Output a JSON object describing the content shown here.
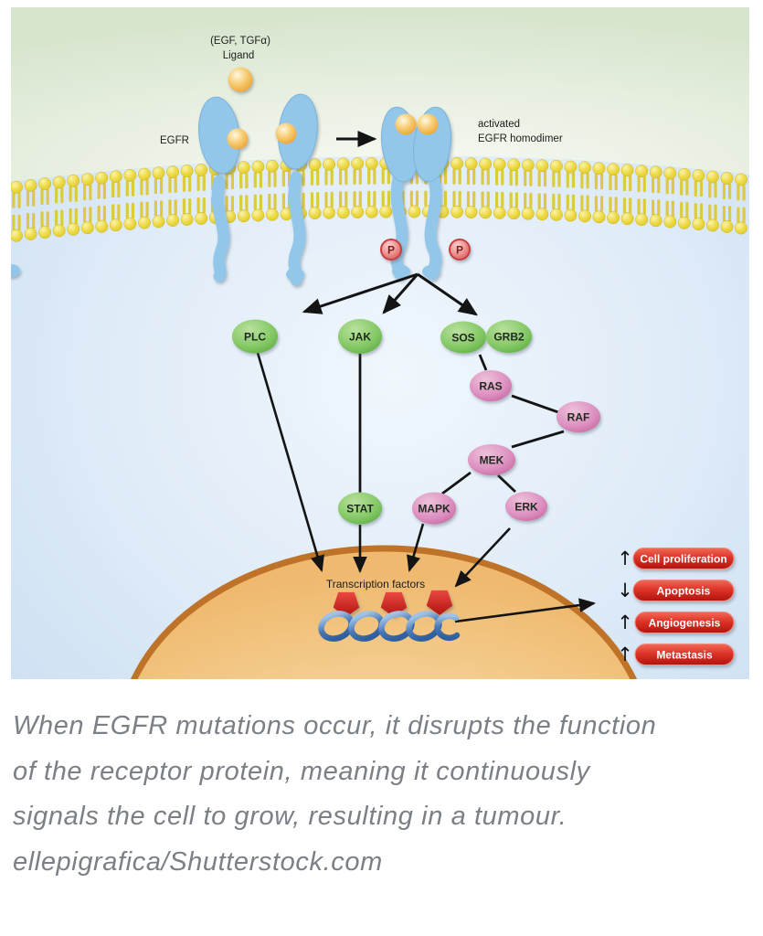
{
  "diagram": {
    "ligand_caption": "(EGF, TGFα)",
    "ligand_label": "Ligand",
    "egfr_label": "EGFR",
    "activated_line1": "activated",
    "activated_line2": "EGFR homodimer",
    "phospho_label": "P",
    "nodes": {
      "plc": "PLC",
      "jak": "JAK",
      "sos": "SOS",
      "grb2": "GRB2",
      "ras": "RAS",
      "raf": "RAF",
      "mek": "MEK",
      "stat": "STAT",
      "mapk": "MAPK",
      "erk": "ERK"
    },
    "transcription_label": "Transcription factors",
    "outcomes": [
      {
        "label": "Cell proliferation",
        "direction": "up",
        "arrow": "↑"
      },
      {
        "label": "Apoptosis",
        "direction": "down",
        "arrow": "↓"
      },
      {
        "label": "Angiogenesis",
        "direction": "up",
        "arrow": "↑"
      },
      {
        "label": "Metastasis",
        "direction": "up",
        "arrow": "↑"
      }
    ],
    "colors": {
      "membrane_yellow": "#e8d33e",
      "receptor_blue": "#93c7ea",
      "ligand_orange": "#f0a93e",
      "node_green": "#6cbb4f",
      "node_pink": "#d06ca8",
      "phospho_red": "#e05252",
      "badge_red": "#c01d16",
      "nucleus_orange": "#f0bb72",
      "pentagon_red": "#cc2229",
      "dna_blue": "#3f6fae",
      "caption_gray": "#7b8087"
    }
  },
  "caption": {
    "line1": "When EGFR mutations occur, it disrupts the function",
    "line2": "of the receptor protein, meaning it continuously",
    "line3": "signals the cell to grow, resulting in a tumour.",
    "credit": "ellepigrafica/Shutterstock.com"
  }
}
